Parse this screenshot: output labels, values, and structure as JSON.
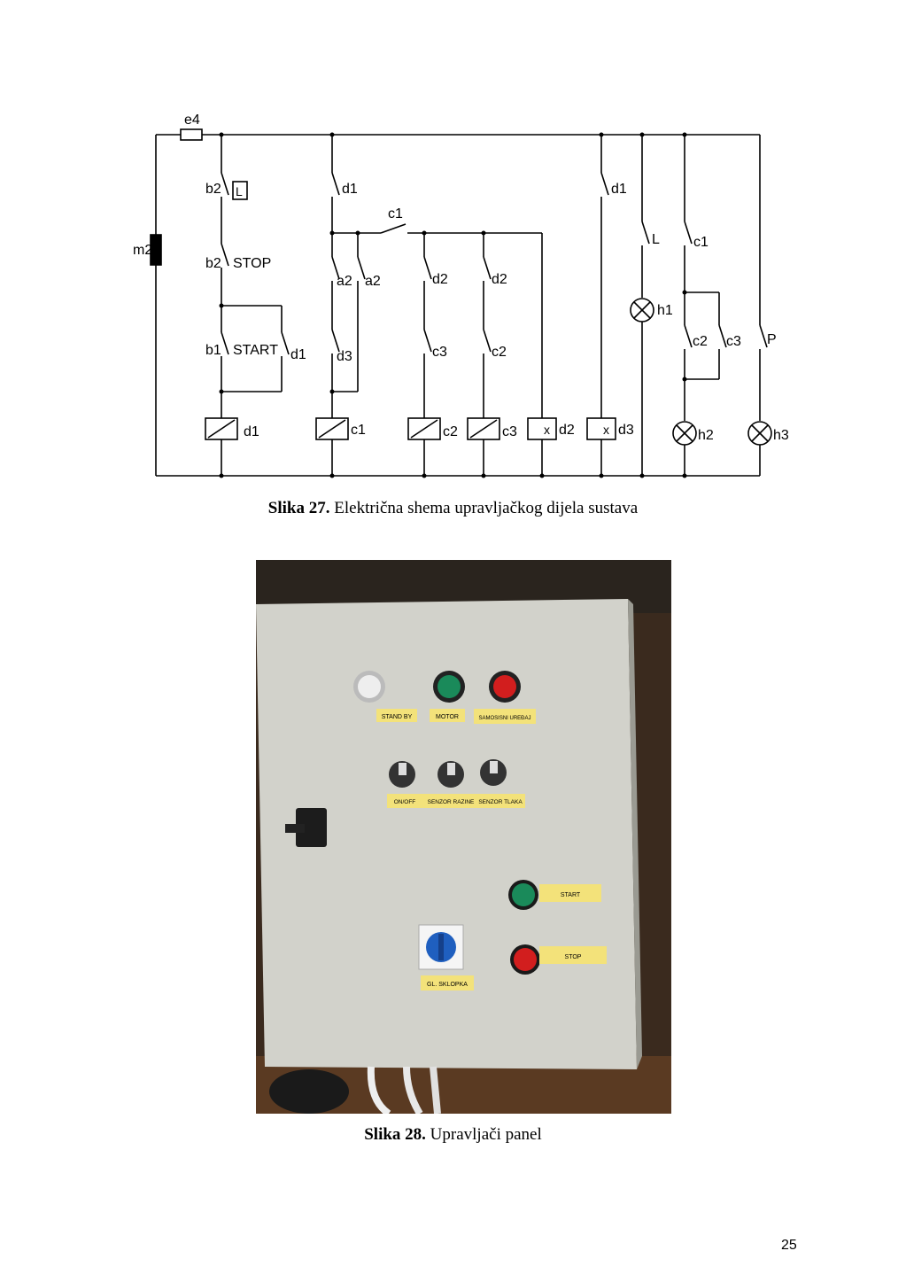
{
  "figure27": {
    "caption_bold": "Slika 27.",
    "caption_text": " Električna shema upravljačkog dijela sustava",
    "labels": {
      "fuse": "e4",
      "motor": "m2",
      "b2_L": "b2",
      "L_box": "L",
      "b2_stop": "b2",
      "stop": "STOP",
      "b1": "b1",
      "start": "START",
      "d1_hold": "d1",
      "d1_top": "d1",
      "c1_switch": "c1",
      "a2_left": "a2",
      "a2_right": "a2",
      "d2_a": "d2",
      "d2_b": "d2",
      "d3": "d3",
      "c3_a": "c3",
      "c2_a": "c2",
      "d1_right": "d1",
      "L_contact": "L",
      "c1_right": "c1",
      "h1": "h1",
      "c2_right": "c2",
      "c3_right": "c3",
      "P": "P",
      "coil_d1": "d1",
      "coil_c1": "c1",
      "coil_c2": "c2",
      "coil_c3": "c3",
      "coil_d2": "d2",
      "coil_d3": "d3",
      "h2": "h2",
      "h3": "h3"
    }
  },
  "figure28": {
    "caption_bold": "Slika 28.",
    "caption_text": " Upravljači panel",
    "panel_labels": {
      "stand_by": "STAND BY",
      "motor": "MOTOR",
      "samosisni": "SAMOSISNI   UREĐAJ",
      "on_off": "ON/OFF",
      "senzor_razine": "SENZOR RAZINE",
      "senzor_tlaka": "SENZOR TLAKA",
      "start": "START",
      "stop": "STOP",
      "gl_sklopka": "GL. SKLOPKA"
    },
    "colors": {
      "white_lamp": "#e8e8e8",
      "green_lamp": "#1a8a5a",
      "red_lamp": "#d21e1e",
      "label_yellow": "#f3e27a",
      "panel_grey": "#d7d7d0",
      "selector_blue": "#1f5fbf"
    }
  },
  "page_number": "25"
}
